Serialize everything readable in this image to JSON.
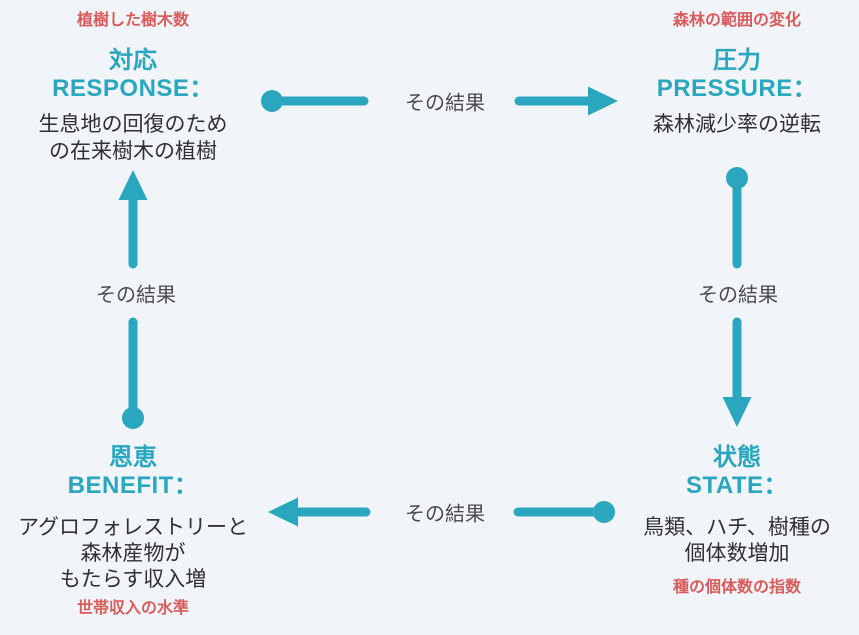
{
  "colors": {
    "background": "#F1F5F9",
    "accent_teal": "#2AA7BE",
    "indicator_red": "#D95B5B",
    "body_text": "#303034",
    "arrow_label_gray": "#4A4A4E"
  },
  "arrows": {
    "top": {
      "label": "その結果"
    },
    "right": {
      "label": "その結果"
    },
    "bottom": {
      "label": "その結果"
    },
    "left": {
      "label": "その結果"
    }
  },
  "nodes": {
    "response": {
      "indicator": "植樹した樹木数",
      "title_jp": "対応",
      "title_en": "RESPONSE：",
      "desc": "生息地の回復のため\nの在来樹木の植樹"
    },
    "pressure": {
      "indicator": "森林の範囲の変化",
      "title_jp": "圧力",
      "title_en": "PRESSURE：",
      "desc": "森林減少率の逆転"
    },
    "state": {
      "title_jp": "状態",
      "title_en": "STATE：",
      "desc": "鳥類、ハチ、樹種の\n個体数増加",
      "indicator": "種の個体数の指数"
    },
    "benefit": {
      "title_jp": "恩恵",
      "title_en": "BENEFIT：",
      "desc": "アグロフォレストリーと\n森林産物が\nもたらす収入増",
      "indicator": "世帯収入の水準"
    }
  }
}
